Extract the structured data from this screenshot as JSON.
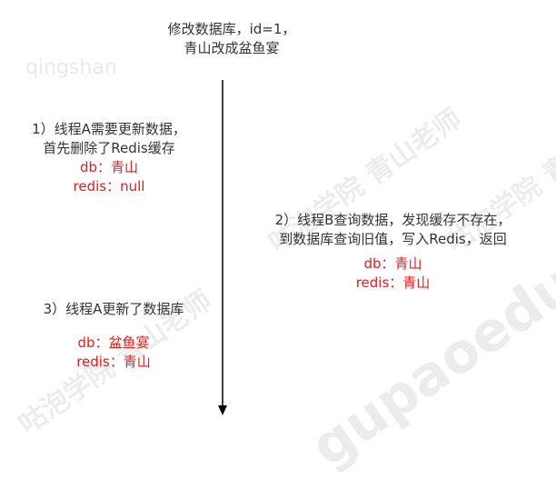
{
  "watermarks": {
    "brand": "qingshan",
    "school": "咕泡学院 青山老师",
    "site": "gupaoedu.com"
  },
  "header": {
    "line1": "修改数据库，id=1，",
    "line2": "青山改成盆鱼宴"
  },
  "step1": {
    "line1": "1）线程A需要更新数据，",
    "line2": "首先删除了Redis缓存",
    "db": "db：青山",
    "redis": "redis：null"
  },
  "step2": {
    "line1": "2）线程B查询数据，发现缓存不存在，",
    "line2": "到数据库查询旧值，写入Redis，返回",
    "db": "db：青山",
    "redis": "redis：青山"
  },
  "step3": {
    "line1": "3）线程A更新了数据库",
    "db": "db：盆鱼宴",
    "redis": "redis：青山"
  },
  "colors": {
    "text": "#333333",
    "highlight": "#e81a1a",
    "arrow": "#000000"
  }
}
